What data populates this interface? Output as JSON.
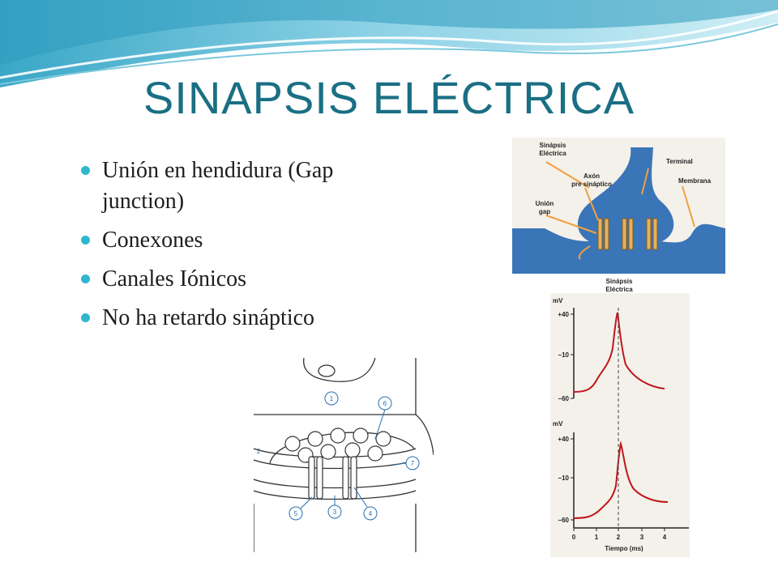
{
  "slide": {
    "title": "SINAPSIS ELÉCTRICA",
    "bullets": [
      "Unión en hendidura (Gap junction)",
      "Conexones",
      "Canales Iónicos",
      "No ha retardo sináptico"
    ],
    "colors": {
      "title": "#1a6f84",
      "bullet": "#2fb7cf",
      "membrane": "#3a75b8",
      "trace": "#c0161c",
      "arrow": "#f0a040"
    }
  },
  "synapse_figure": {
    "labels": {
      "electrical_synapse": [
        "Sinápsis",
        "Eléctrica"
      ],
      "terminal": "Terminal",
      "presynaptic_axon": [
        "Axón",
        "pre sináptico"
      ],
      "membrane": "Membrana",
      "gap_junction": [
        "Unión",
        "gap"
      ]
    }
  },
  "graph_figure": {
    "title": [
      "Sinápsis",
      "Eléctrica"
    ],
    "top_panel": {
      "unit": "mV",
      "ticks": [
        "+40",
        "−10",
        "−60"
      ]
    },
    "bottom_panel": {
      "unit": "mV",
      "ticks": [
        "+40",
        "−10",
        "−60"
      ]
    },
    "x_ticks": [
      "0",
      "1",
      "2",
      "3",
      "4"
    ],
    "xlabel": "Tiempo (ms)"
  },
  "gap_figure": {
    "callouts": [
      "1",
      "2",
      "3",
      "4",
      "5",
      "6",
      "7"
    ]
  }
}
